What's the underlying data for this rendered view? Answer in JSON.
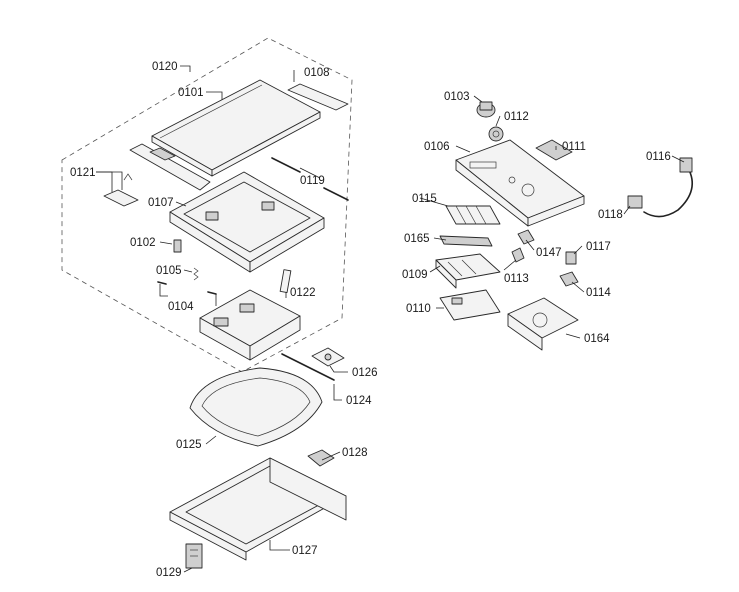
{
  "diagram": {
    "labels": {
      "p0120": "0120",
      "p0101": "0101",
      "p0108": "0108",
      "p0121": "0121",
      "p0119": "0119",
      "p0107": "0107",
      "p0102": "0102",
      "p0105": "0105",
      "p0104": "0104",
      "p0122": "0122",
      "p0126": "0126",
      "p0124": "0124",
      "p0125": "0125",
      "p0128": "0128",
      "p0127": "0127",
      "p0129": "0129",
      "p0103": "0103",
      "p0112": "0112",
      "p0106": "0106",
      "p0111": "0111",
      "p0116": "0116",
      "p0118": "0118",
      "p0115": "0115",
      "p0165": "0165",
      "p0147": "0147",
      "p0117": "0117",
      "p0109": "0109",
      "p0113": "0113",
      "p0114": "0114",
      "p0110": "0110",
      "p0164": "0164"
    }
  }
}
